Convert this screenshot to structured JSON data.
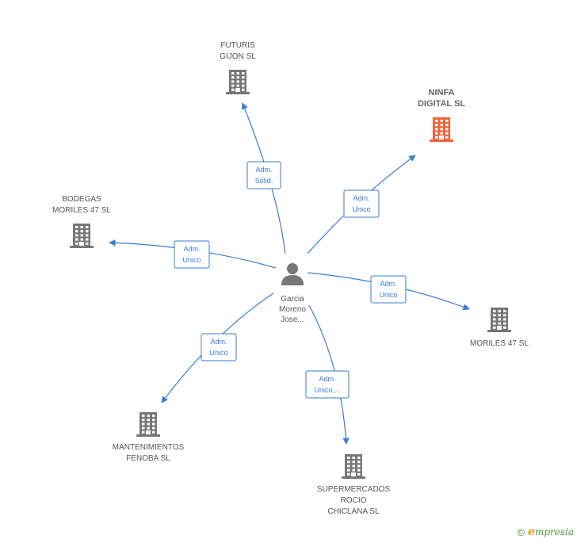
{
  "center": {
    "name_lines": [
      "Garcia",
      "Moreno",
      "Jose..."
    ],
    "icon": "person-icon"
  },
  "companies": [
    {
      "id": "futuris",
      "lines": [
        "FUTURIS",
        "GIJON SL"
      ],
      "highlight": false,
      "icon": "building-icon",
      "relation": [
        "Adm.",
        "Solid."
      ]
    },
    {
      "id": "ninfa",
      "lines": [
        "NINFA",
        "DIGITAL SL"
      ],
      "highlight": true,
      "icon": "building-icon",
      "relation": [
        "Adm.",
        "Unico"
      ]
    },
    {
      "id": "bodegas",
      "lines": [
        "BODEGAS",
        "MORILES 47 SL"
      ],
      "highlight": false,
      "icon": "building-icon",
      "relation": [
        "Adm.",
        "Unico"
      ]
    },
    {
      "id": "moriles",
      "lines": [
        "MORILES 47 SL"
      ],
      "highlight": false,
      "icon": "building-icon",
      "relation": [
        "Adm.",
        "Unico"
      ]
    },
    {
      "id": "mantenimientos",
      "lines": [
        "MANTENIMIENTOS",
        "FENOBA SL"
      ],
      "highlight": false,
      "icon": "building-icon",
      "relation": [
        "Adm.",
        "Unico"
      ]
    },
    {
      "id": "supermercados",
      "lines": [
        "SUPERMERCADOS",
        "ROCIO",
        "CHICLANA SL"
      ],
      "highlight": false,
      "icon": "building-icon",
      "relation": [
        "Adm.",
        "Unico,..."
      ]
    }
  ],
  "colors": {
    "building": "#777777",
    "building_highlight": "#f0643c",
    "edge": "#3a7bd5",
    "person": "#777777"
  },
  "footer": {
    "copyright": "©",
    "brand_initial": "e",
    "brand_rest": "mpresia"
  }
}
